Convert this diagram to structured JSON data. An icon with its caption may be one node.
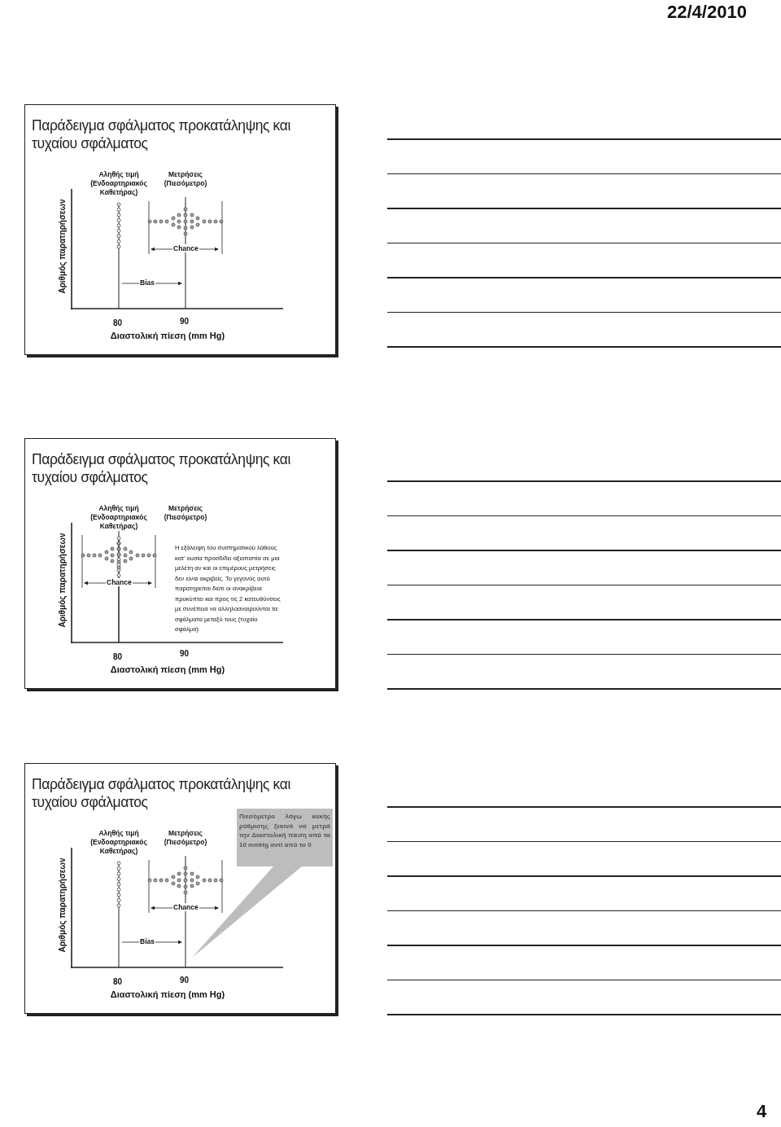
{
  "diagram": {
    "nodes": [
      {
        "text": [
          "Παράδειγμα σφάλματος προκατάληψης και τυχαίου σφάλματος"
        ]
      },
      {
        "text": [
          "Παράδειγμα σφάλματος προκατάληψης και τυχαίου σφάλματος"
        ]
      },
      {
        "text": [
          "Παράδειγμα σφάλματος προκατάληψης και τυχαίου σφάλματος"
        ]
      },
      {
        "text": [
          "Πιεσόμετρο λόγω κακής ρύθμισης ξεκινά να μετρά την Διαστολική πίεση από τα 10 mmHg αντί από το 0"
        ],
        "in": 2
      }
    ],
    "edges": [],
    "labels": [
      "22/4/2010",
      "Αληθής τιμή (Ενδοαρτηριακός Καθετήρας)",
      "Μετρήσεις (Πιεσόμετρο)",
      "Αριθμός παρατηρήσεων",
      "Chance",
      "Bias",
      "80",
      "90",
      "Διαστολική πίεση (mm Hg)",
      "Αληθής τιμή (Ενδοαρτηριακός Καθετήρας)",
      "Μετρήσεις (Πιεσόμετρο)",
      "Αριθμός παρατηρήσεων",
      "Chance",
      "80",
      "90",
      "Διαστολική πίεση (mm Hg)",
      "Η εξάλειψη του συστηματικού λάθους κατ’ ουσία προσδίδει αξιοπιστία σε μια μελέτη αν και οι επιμέρους μετρήσεις δεν είναι ακριβείς. Το γεγονός αυτό παρατηρείται διότι οι ανακρίβεια προκύπτει και προς τις 2 κατευθύνσεις με συνέπεια να αλληλοαναιρούνται τα σφάλματα μεταξύ τους (τυχαίο σφάλμα)",
      "Αληθής τιμή (Ενδοαρτηριακός Καθετήρας)",
      "Μετρήσεις (Πιεσόμετρο)",
      "Αριθμός παρατηρήσεων",
      "Chance",
      "Bias",
      "80",
      "90",
      "Διαστολική πίεση (mm Hg)",
      "4"
    ]
  }
}
